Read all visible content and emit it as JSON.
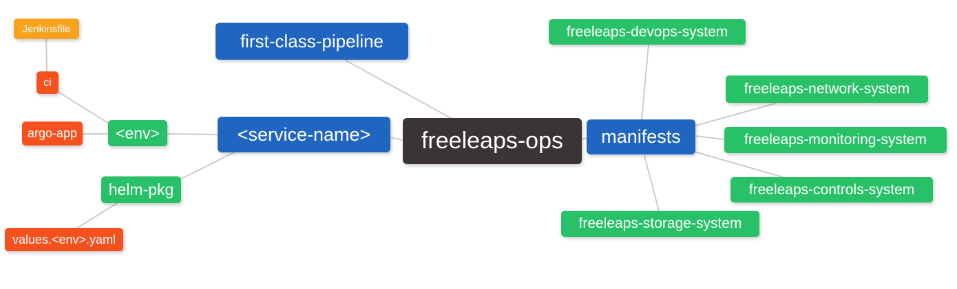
{
  "diagram": {
    "title": "freeleaps-ops mind map",
    "background": "#ffffff",
    "edge_color": "#cccccc",
    "palette": {
      "blue": "#2065c0",
      "green": "#28c167",
      "red": "#f4511e",
      "orange": "#f8a21d",
      "dark": "#3a3434",
      "text": "#ffffff"
    },
    "nodes": {
      "jenkinsfile": {
        "label": "Jenkinsfile",
        "color": "orange"
      },
      "ci": {
        "label": "ci",
        "color": "red"
      },
      "argo_app": {
        "label": "argo-app",
        "color": "red"
      },
      "env": {
        "label": "<env>",
        "color": "green"
      },
      "helm_pkg": {
        "label": "helm-pkg",
        "color": "green"
      },
      "values_env_yaml": {
        "label": "values.<env>.yaml",
        "color": "red"
      },
      "first_class_pipeline": {
        "label": "first-class-pipeline",
        "color": "blue"
      },
      "service_name": {
        "label": "<service-name>",
        "color": "blue"
      },
      "freeleaps_ops": {
        "label": "freeleaps-ops",
        "color": "dark"
      },
      "manifests": {
        "label": "manifests",
        "color": "blue"
      },
      "devops_system": {
        "label": "freeleaps-devops-system",
        "color": "green"
      },
      "network_system": {
        "label": "freeleaps-network-system",
        "color": "green"
      },
      "monitoring_system": {
        "label": "freeleaps-monitoring-system",
        "color": "green"
      },
      "controls_system": {
        "label": "freeleaps-controls-system",
        "color": "green"
      },
      "storage_system": {
        "label": "freeleaps-storage-system",
        "color": "green"
      }
    },
    "edges": [
      {
        "from": "jenkinsfile",
        "to": "ci"
      },
      {
        "from": "ci",
        "to": "env"
      },
      {
        "from": "argo_app",
        "to": "env"
      },
      {
        "from": "env",
        "to": "service_name"
      },
      {
        "from": "helm_pkg",
        "to": "service_name"
      },
      {
        "from": "values_env_yaml",
        "to": "helm_pkg"
      },
      {
        "from": "first_class_pipeline",
        "to": "freeleaps_ops"
      },
      {
        "from": "service_name",
        "to": "freeleaps_ops"
      },
      {
        "from": "freeleaps_ops",
        "to": "manifests"
      },
      {
        "from": "manifests",
        "to": "devops_system"
      },
      {
        "from": "manifests",
        "to": "network_system"
      },
      {
        "from": "manifests",
        "to": "monitoring_system"
      },
      {
        "from": "manifests",
        "to": "controls_system"
      },
      {
        "from": "manifests",
        "to": "storage_system"
      }
    ]
  }
}
